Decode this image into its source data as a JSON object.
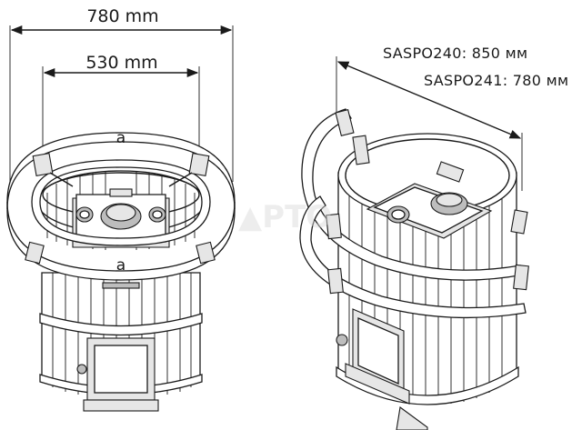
{
  "dimensions": {
    "outer_width": "780 mm",
    "inner_width": "530 mm"
  },
  "markers": {
    "top": "a",
    "bottom": "a"
  },
  "models": {
    "saspo240": "SASPO240: 850 мм",
    "saspo241": "SASPO241: 780 мм"
  },
  "colors": {
    "line": "#1a1a1a",
    "background": "#ffffff"
  }
}
